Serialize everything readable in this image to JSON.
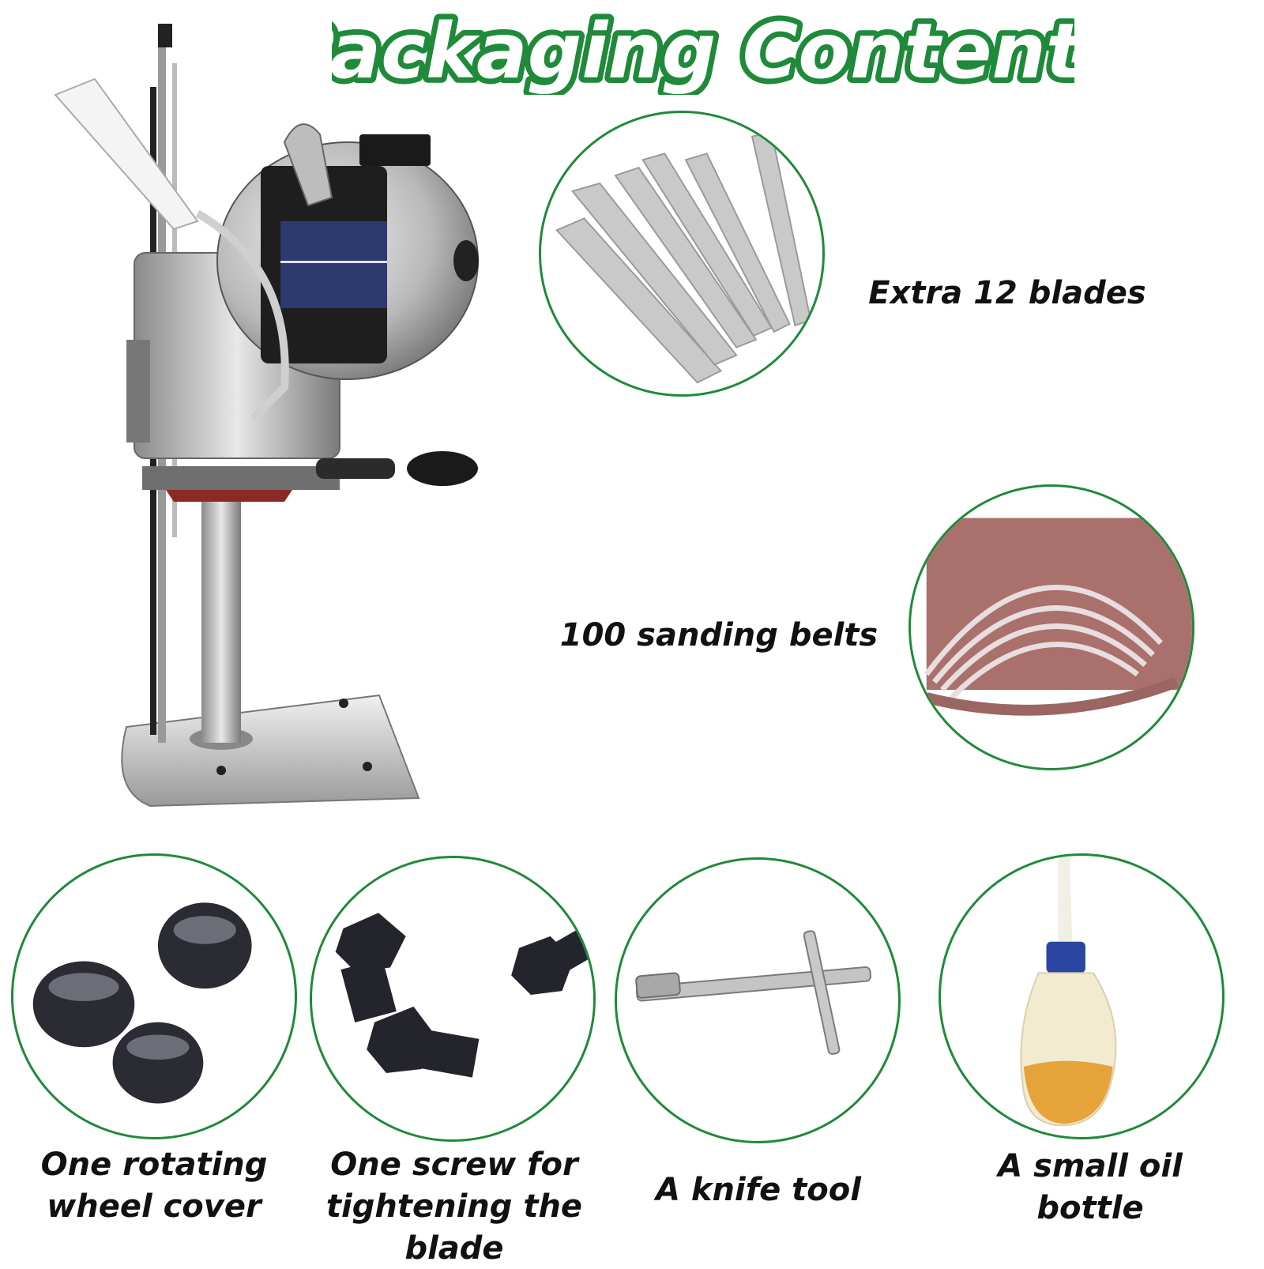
{
  "title": "Packaging Contents",
  "colors": {
    "accent_green": "#1f8a3a",
    "title_fill": "#ffffff",
    "label_text": "#111111"
  },
  "items": [
    {
      "id": "blades",
      "label": "Extra 12 blades",
      "icon": "blades-image"
    },
    {
      "id": "belts",
      "label": "100 sanding belts",
      "icon": "sanding-belts-image"
    },
    {
      "id": "wheel_cover",
      "label_line1": "One rotating",
      "label_line2": "wheel cover",
      "icon": "rubber-rings-image"
    },
    {
      "id": "screw",
      "label_line1": "One screw for",
      "label_line2": "tightening the blade",
      "icon": "screws-image"
    },
    {
      "id": "knife_tool",
      "label": "A knife tool",
      "icon": "t-wrench-image"
    },
    {
      "id": "oil_bottle",
      "label_line1": "A small oil",
      "label_line2": "bottle",
      "icon": "oil-bottle-image"
    }
  ],
  "main_image": "straight-knife-cutting-machine"
}
